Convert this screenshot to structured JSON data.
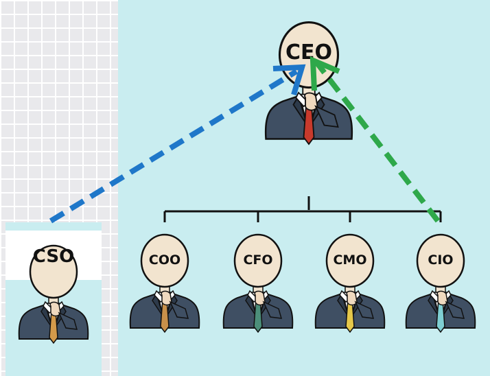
{
  "org": {
    "top": {
      "title": "CEO",
      "tie_color": "#c83a2c"
    },
    "external": {
      "title": "CSO",
      "tie_color": "#d49a4a",
      "label_color": "#7b1c8f"
    },
    "reports": [
      {
        "title": "COO",
        "tie_color": "#c8904a"
      },
      {
        "title": "CFO",
        "tie_color": "#4c8f7a"
      },
      {
        "title": "CMO",
        "tie_color": "#e6c84a"
      },
      {
        "title": "CIO",
        "tie_color": "#7fcfd3"
      }
    ]
  },
  "arrows": {
    "cso_to_ceo": {
      "color": "#1f77c9"
    },
    "cio_to_ceo": {
      "color": "#2ea84a"
    }
  },
  "colors": {
    "suit": "#3f4f63",
    "suit_dark": "#2d3a4a",
    "shirt": "#ffffff",
    "head": "#f2e4cf",
    "hand": "#efd9bf",
    "outline": "#111111"
  }
}
